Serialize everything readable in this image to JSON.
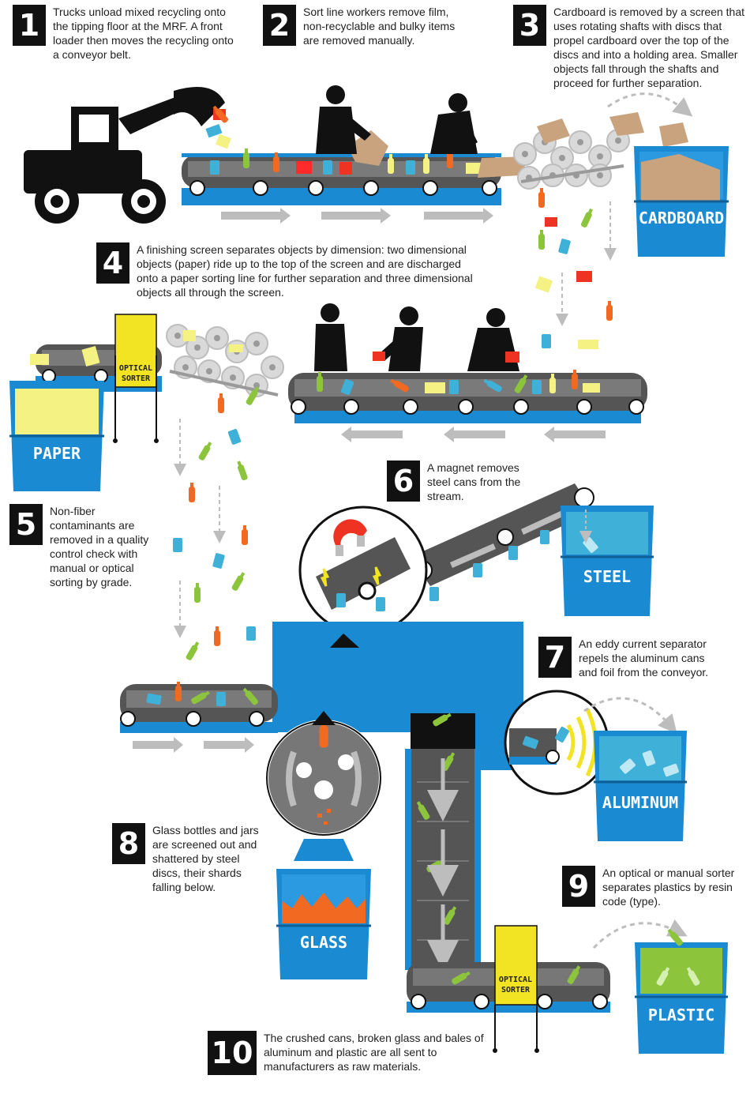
{
  "colors": {
    "blue": "#1a8ad3",
    "dark_blue": "#0f5f96",
    "belt": "#555555",
    "belt_dark": "#333333",
    "yellow": "#f2e422",
    "orange": "#f26a21",
    "cardboard": "#c8a37e",
    "gray_arrow": "#bdbdbd",
    "black": "#111111",
    "paper": "#f4f283",
    "glass_orange": "#f26a21",
    "plastic_green": "#8cc43c",
    "steel_blue": "#3fb0d8"
  },
  "steps": [
    {
      "num": "1",
      "text": "Trucks unload mixed recycling onto the tipping floor at the MRF. A front loader then moves the recycling onto a conveyor belt."
    },
    {
      "num": "2",
      "text": "Sort line workers remove film, non-recyclable and bulky items are removed manually."
    },
    {
      "num": "3",
      "text": "Cardboard is removed by a screen that uses rotating shafts with discs that propel cardboard over the top of the discs and into a holding area. Smaller objects fall through the shafts and proceed for further separation."
    },
    {
      "num": "4",
      "text": "A finishing screen separates objects by dimension: two dimensional objects (paper) ride up to the top of the screen and are discharged onto a paper sorting line for further separation and three dimensional objects all through the screen."
    },
    {
      "num": "5",
      "text": "Non-fiber contaminants are removed in a quality control check with manual or optical sorting by grade."
    },
    {
      "num": "6",
      "text": "A magnet removes steel cans from the stream."
    },
    {
      "num": "7",
      "text": "An eddy current separator repels the aluminum cans and foil from the conveyor."
    },
    {
      "num": "8",
      "text": "Glass bottles and jars are screened out and shattered by steel discs, their shards falling below."
    },
    {
      "num": "9",
      "text": "An optical or manual sorter separates plastics by resin code (type)."
    },
    {
      "num": "10",
      "text": "The crushed cans, broken glass and bales of aluminum and plastic are all sent to manufacturers as raw materials."
    }
  ],
  "bins": {
    "cardboard": "CARDBOARD",
    "paper": "PAPER",
    "steel": "STEEL",
    "aluminum": "ALUMINUM",
    "glass": "GLASS",
    "plastic": "PLASTIC"
  },
  "optical_sorter": {
    "line1": "OPTICAL",
    "line2": "SORTER"
  },
  "icons": [
    "front-loader-icon",
    "worker-icon",
    "magnet-icon",
    "eddy-wave-icon",
    "disc-screen-icon",
    "bottle-icon",
    "can-icon",
    "cardboard-box-icon"
  ]
}
